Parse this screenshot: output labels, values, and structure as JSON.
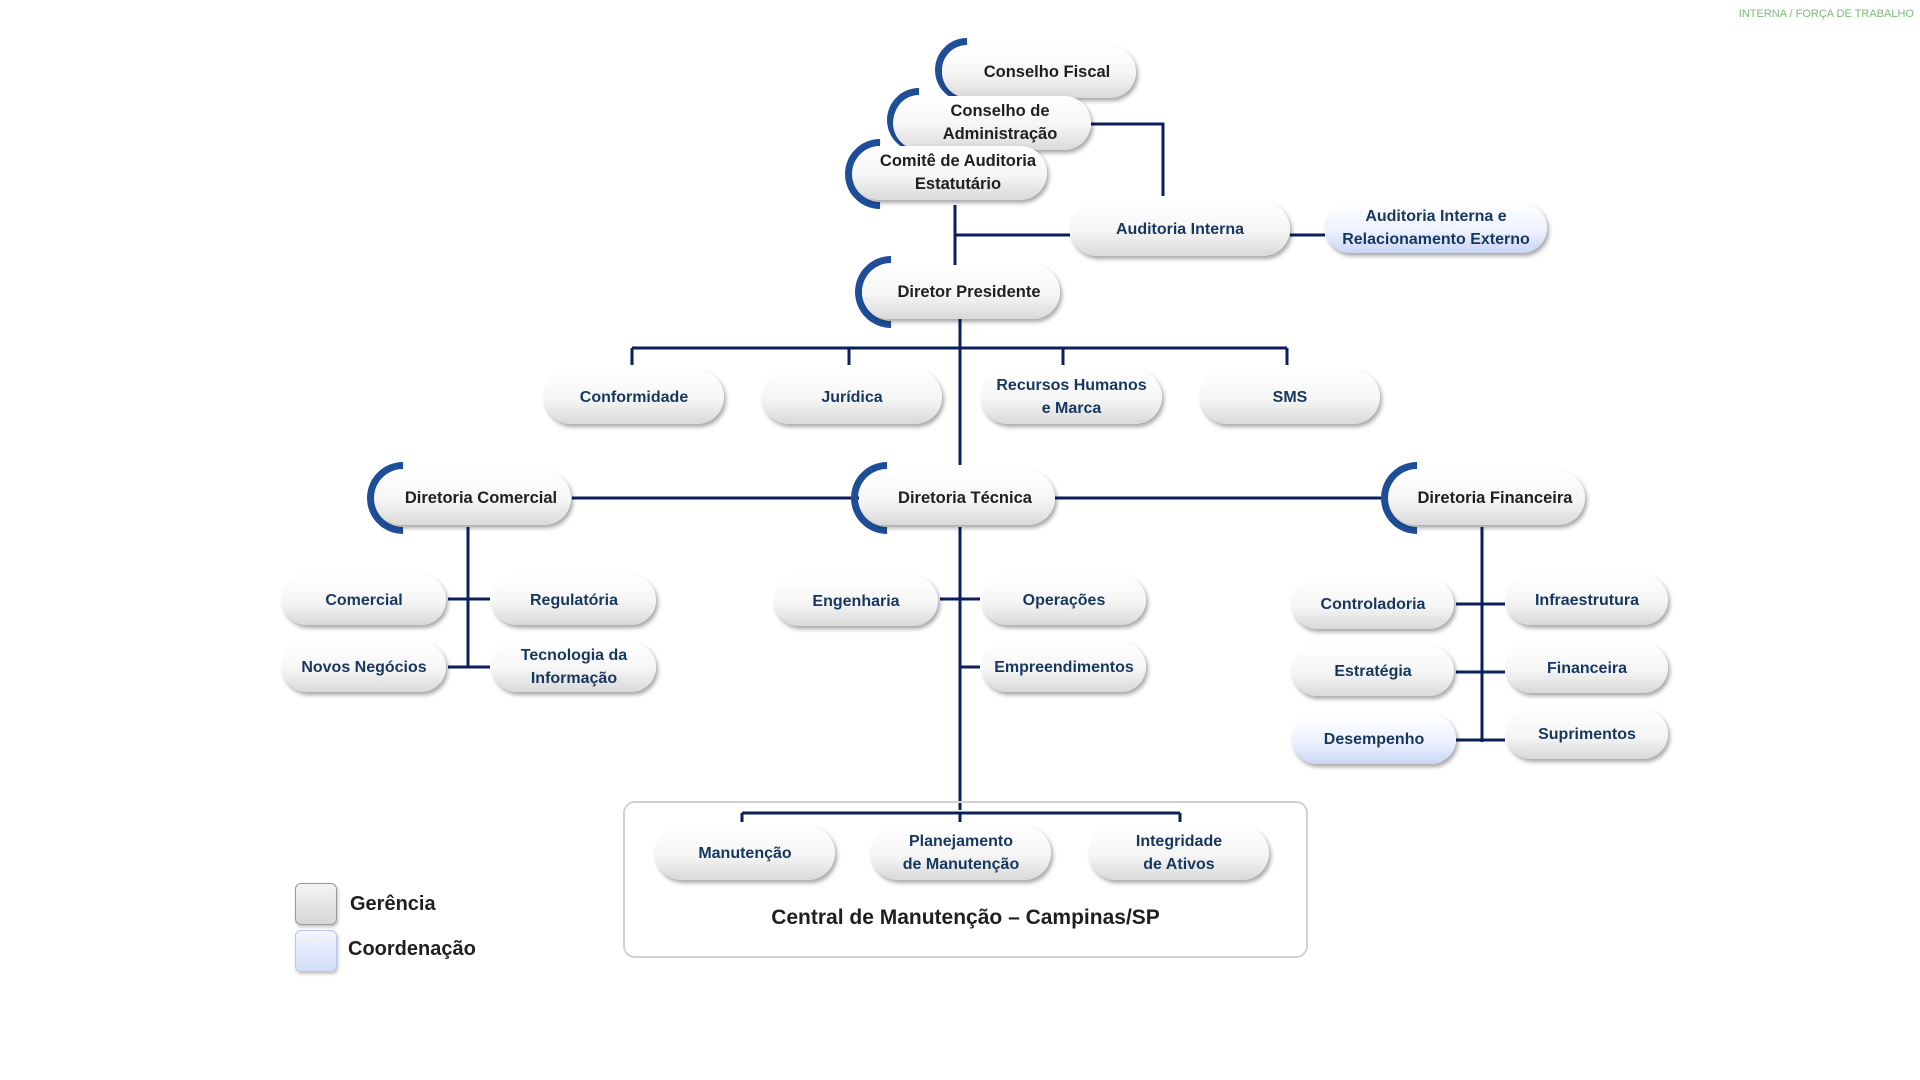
{
  "classification": "INTERNA / FORÇA DE TRABALHO",
  "colors": {
    "line": "#0b1f5c",
    "arc": "#1f4e99",
    "gerencia_text": "#17375e",
    "coordenacao_fill": "#cad6f5"
  },
  "governance": {
    "conselho_fiscal": "Conselho Fiscal",
    "conselho_administracao": "Conselho de\nAdministração",
    "comite_auditoria": "Comitê de Auditoria\nEstatutário",
    "auditoria_interna": "Auditoria Interna",
    "auditoria_relacionamento": "Auditoria Interna e\nRelacionamento Externo"
  },
  "president": "Diretor Presidente",
  "president_units": {
    "conformidade": "Conformidade",
    "juridica": "Jurídica",
    "rh_marca": "Recursos Humanos\ne Marca",
    "sms": "SMS"
  },
  "directorates": {
    "comercial": {
      "title": "Diretoria Comercial",
      "units": {
        "comercial": "Comercial",
        "regulatoria": "Regulatória",
        "novos_negocios": "Novos Negócios",
        "ti": "Tecnologia da\nInformação"
      }
    },
    "tecnica": {
      "title": "Diretoria Técnica",
      "units": {
        "engenharia": "Engenharia",
        "operacoes": "Operações",
        "empreendimentos": "Empreendimentos"
      }
    },
    "financeira": {
      "title": "Diretoria Financeira",
      "units": {
        "controladoria": "Controladoria",
        "infraestrutura": "Infraestrutura",
        "estrategia": "Estratégia",
        "financeira": "Financeira",
        "desempenho": "Desempenho",
        "suprimentos": "Suprimentos"
      }
    }
  },
  "central": {
    "title": "Central de Manutenção – Campinas/SP",
    "units": {
      "manutencao": "Manutenção",
      "planejamento": "Planejamento\nde Manutenção",
      "integridade": "Integridade\nde Ativos"
    }
  },
  "legend": {
    "gerencia": "Gerência",
    "coordenacao": "Coordenação"
  }
}
